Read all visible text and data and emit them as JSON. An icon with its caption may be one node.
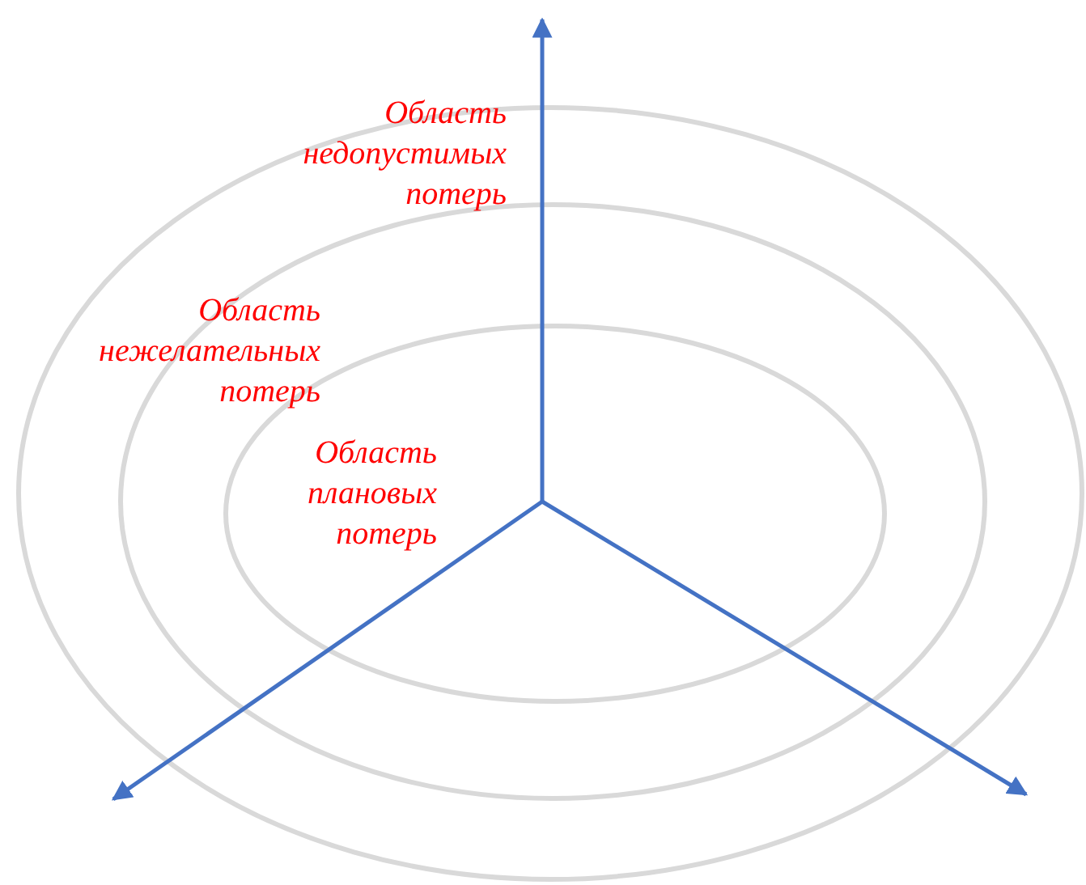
{
  "diagram": {
    "nodes": [
      {
        "text": [
          "Область недопустимых потерь"
        ]
      },
      {
        "text": [
          "Область нежелательных потерь"
        ],
        "in": 0
      },
      {
        "text": [
          "Область плановых потерь"
        ],
        "in": 1
      }
    ]
  }
}
